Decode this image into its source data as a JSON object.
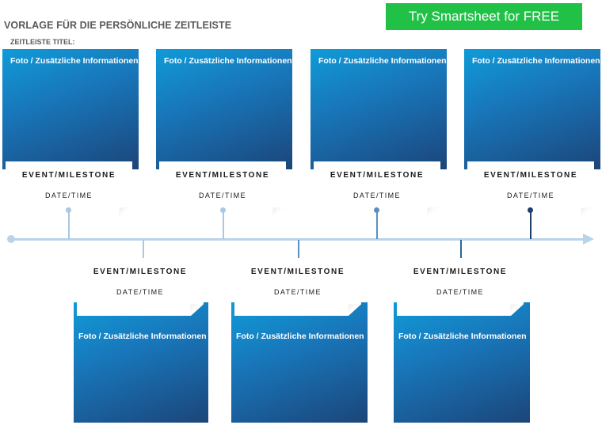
{
  "header": {
    "title": "VORLAGE FÜR DIE PERSÖNLICHE ZEITLEISTE",
    "subtitle": "ZEITLEISTE TITEL:",
    "cta_label": "Try Smartsheet for FREE"
  },
  "colors": {
    "cta_green": "#21c148",
    "photo_gradient_light": "#109bd8",
    "photo_gradient_dark": "#1c4578",
    "timeline_line": "#b9d3ea",
    "marker_light": "#a9c8e4",
    "marker_medium": "#5b8fbf",
    "marker_dark": "#2d6699",
    "marker_darkest": "#1b3f66"
  },
  "timeline": {
    "events_above": [
      {
        "photo": "Foto / Zusätzliche Informationen",
        "event": "EVENT/MILESTONE",
        "date": "DATE/TIME"
      },
      {
        "photo": "Foto / Zusätzliche Informationen",
        "event": "EVENT/MILESTONE",
        "date": "DATE/TIME"
      },
      {
        "photo": "Foto / Zusätzliche Informationen",
        "event": "EVENT/MILESTONE",
        "date": "DATE/TIME"
      },
      {
        "photo": "Foto / Zusätzliche Informationen",
        "event": "EVENT/MILESTONE",
        "date": "DATE/TIME"
      }
    ],
    "events_below": [
      {
        "photo": "Foto / Zusätzliche Informationen",
        "event": "EVENT/MILESTONE",
        "date": "DATE/TIME"
      },
      {
        "photo": "Foto / Zusätzliche Informationen",
        "event": "EVENT/MILESTONE",
        "date": "DATE/TIME"
      },
      {
        "photo": "Foto / Zusätzliche Informationen",
        "event": "EVENT/MILESTONE",
        "date": "DATE/TIME"
      }
    ]
  }
}
